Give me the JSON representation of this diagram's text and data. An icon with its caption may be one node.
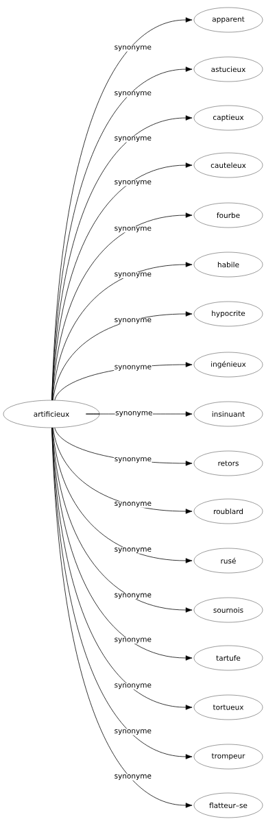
{
  "diagram": {
    "nodes": [
      {
        "text": [
          "artificieux"
        ]
      },
      {
        "text": [
          "apparent"
        ]
      },
      {
        "text": [
          "astucieux"
        ]
      },
      {
        "text": [
          "captieux"
        ]
      },
      {
        "text": [
          "cauteleux"
        ]
      },
      {
        "text": [
          "fourbe"
        ]
      },
      {
        "text": [
          "habile"
        ]
      },
      {
        "text": [
          "hypocrite"
        ]
      },
      {
        "text": [
          "ingénieux"
        ]
      },
      {
        "text": [
          "insinuant"
        ]
      },
      {
        "text": [
          "retors"
        ]
      },
      {
        "text": [
          "roublard"
        ]
      },
      {
        "text": [
          "rusé"
        ]
      },
      {
        "text": [
          "sournois"
        ]
      },
      {
        "text": [
          "tartufe"
        ]
      },
      {
        "text": [
          "tortueux"
        ]
      },
      {
        "text": [
          "trompeur"
        ]
      },
      {
        "text": [
          "flatteur–se"
        ]
      }
    ],
    "edges": [
      {
        "from": 0,
        "to": 1,
        "arrow": "to",
        "label": "synonyme"
      },
      {
        "from": 0,
        "to": 2,
        "arrow": "to",
        "label": "synonyme"
      },
      {
        "from": 0,
        "to": 3,
        "arrow": "to",
        "label": "synonyme"
      },
      {
        "from": 0,
        "to": 4,
        "arrow": "to",
        "label": "synonyme"
      },
      {
        "from": 0,
        "to": 5,
        "arrow": "to",
        "label": "synonyme"
      },
      {
        "from": 0,
        "to": 6,
        "arrow": "to",
        "label": "synonyme"
      },
      {
        "from": 0,
        "to": 7,
        "arrow": "to",
        "label": "synonyme"
      },
      {
        "from": 0,
        "to": 8,
        "arrow": "to",
        "label": "synonyme"
      },
      {
        "from": 0,
        "to": 9,
        "arrow": "to",
        "label": "synonyme"
      },
      {
        "from": 0,
        "to": 10,
        "arrow": "to",
        "label": "synonyme"
      },
      {
        "from": 0,
        "to": 11,
        "arrow": "to",
        "label": "synonyme"
      },
      {
        "from": 0,
        "to": 12,
        "arrow": "to",
        "label": "synonyme"
      },
      {
        "from": 0,
        "to": 13,
        "arrow": "to",
        "label": "synonyme"
      },
      {
        "from": 0,
        "to": 14,
        "arrow": "to",
        "label": "synonyme"
      },
      {
        "from": 0,
        "to": 15,
        "arrow": "to",
        "label": "synonyme"
      },
      {
        "from": 0,
        "to": 16,
        "arrow": "to",
        "label": "synonyme"
      },
      {
        "from": 0,
        "to": 17,
        "arrow": "to",
        "label": "synonyme"
      }
    ]
  }
}
